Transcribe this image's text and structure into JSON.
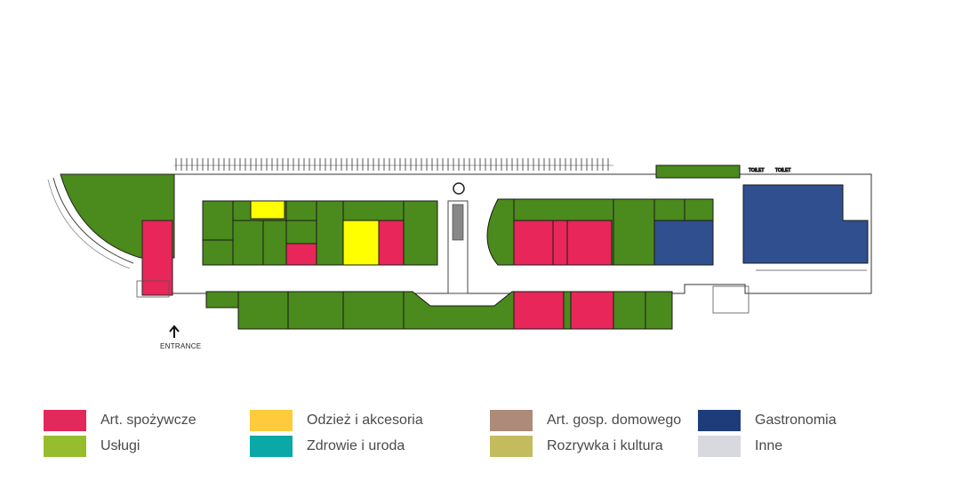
{
  "colors": {
    "food": "#e8265a",
    "services": "#4b8a1c",
    "clothing": "#ffff00",
    "gastronomy": "#2f4f8f",
    "corridor": "#ffffff",
    "wall": "#1a1a1a"
  },
  "map": {
    "entrance_label": "ENTRANCE",
    "toilet_labels": [
      "TOILET",
      "TOILET"
    ]
  },
  "legend": {
    "items": [
      {
        "label": "Art. spożywcze",
        "color": "#e3285b"
      },
      {
        "label": "Odzież i akcesoria",
        "color": "#fdcb3b"
      },
      {
        "label": "Art. gosp. domowego",
        "color": "#ad8a79"
      },
      {
        "label": "Gastronomia",
        "color": "#1f3c7a"
      },
      {
        "label": "Usługi",
        "color": "#95bd2d"
      },
      {
        "label": "Zdrowie i uroda",
        "color": "#0aa8a7"
      },
      {
        "label": "Rozrywka i kultura",
        "color": "#c3bc5f"
      },
      {
        "label": "Inne",
        "color": "#d7d9df"
      }
    ]
  }
}
